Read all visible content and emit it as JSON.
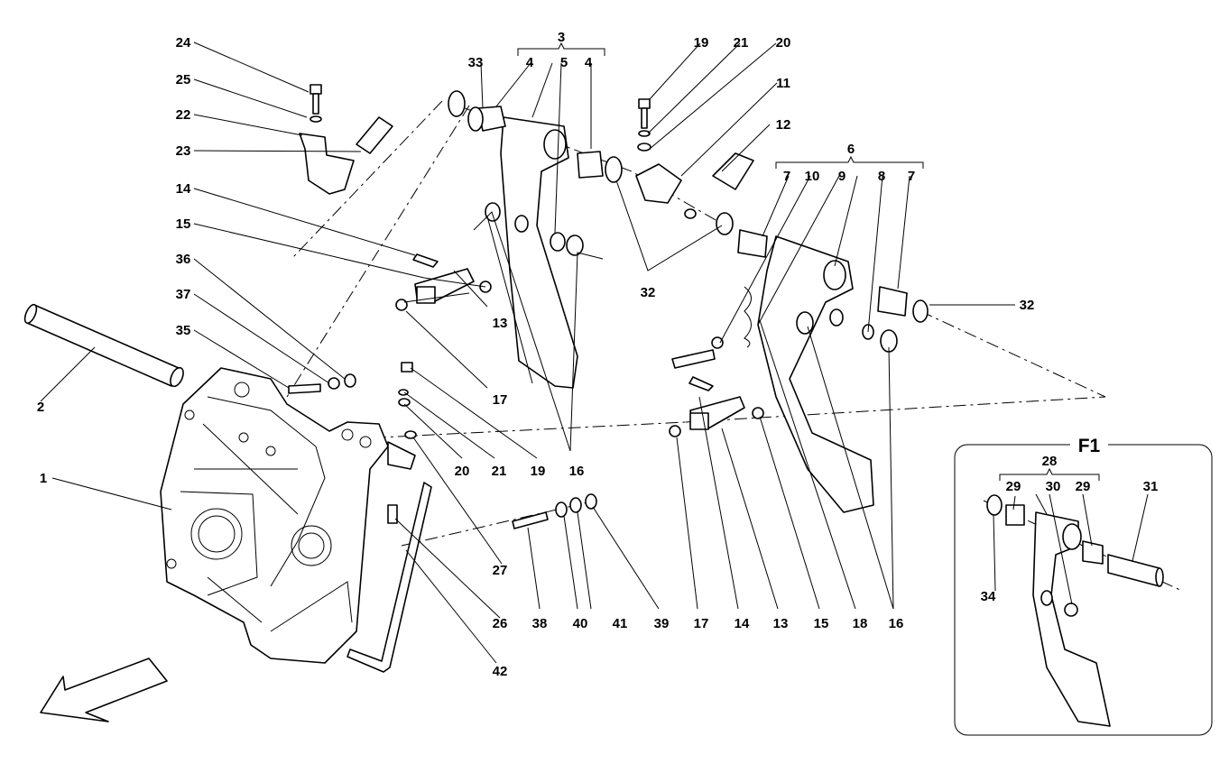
{
  "detail_view": {
    "title": "F1"
  },
  "callouts": {
    "c1": "1",
    "c2": "2",
    "c3": "3",
    "c4a": "4",
    "c4b": "4",
    "c5": "5",
    "c6": "6",
    "c7a": "7",
    "c7b": "7",
    "c8": "8",
    "c9": "9",
    "c10": "10",
    "c11": "11",
    "c12": "12",
    "c13a": "13",
    "c13b": "13",
    "c14a": "14",
    "c14b": "14",
    "c15a": "15",
    "c15b": "15",
    "c16a": "16",
    "c16b": "16",
    "c17a": "17",
    "c17b": "17",
    "c18": "18",
    "c19a": "19",
    "c19b": "19",
    "c20a": "20",
    "c20b": "20",
    "c21a": "21",
    "c21b": "21",
    "c22": "22",
    "c23": "23",
    "c24": "24",
    "c25": "25",
    "c26": "26",
    "c27": "27",
    "c28": "28",
    "c29a": "29",
    "c29b": "29",
    "c30": "30",
    "c31": "31",
    "c32a": "32",
    "c32b": "32",
    "c33": "33",
    "c34": "34",
    "c35": "35",
    "c36": "36",
    "c37": "37",
    "c38": "38",
    "c39": "39",
    "c40": "40",
    "c41": "41",
    "c42": "42"
  }
}
